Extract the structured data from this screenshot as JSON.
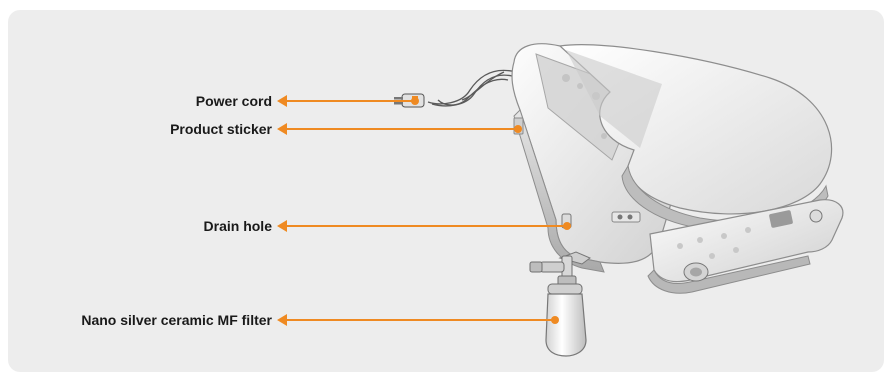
{
  "callouts": [
    {
      "id": "power-cord",
      "label": "Power cord"
    },
    {
      "id": "product-sticker",
      "label": "Product sticker"
    },
    {
      "id": "drain-hole",
      "label": "Drain hole"
    },
    {
      "id": "filter",
      "label": "Nano silver ceramic MF filter"
    }
  ],
  "colors": {
    "accent": "#ef8a22",
    "panel": "#ededed",
    "label_text": "#1a1a1a"
  }
}
